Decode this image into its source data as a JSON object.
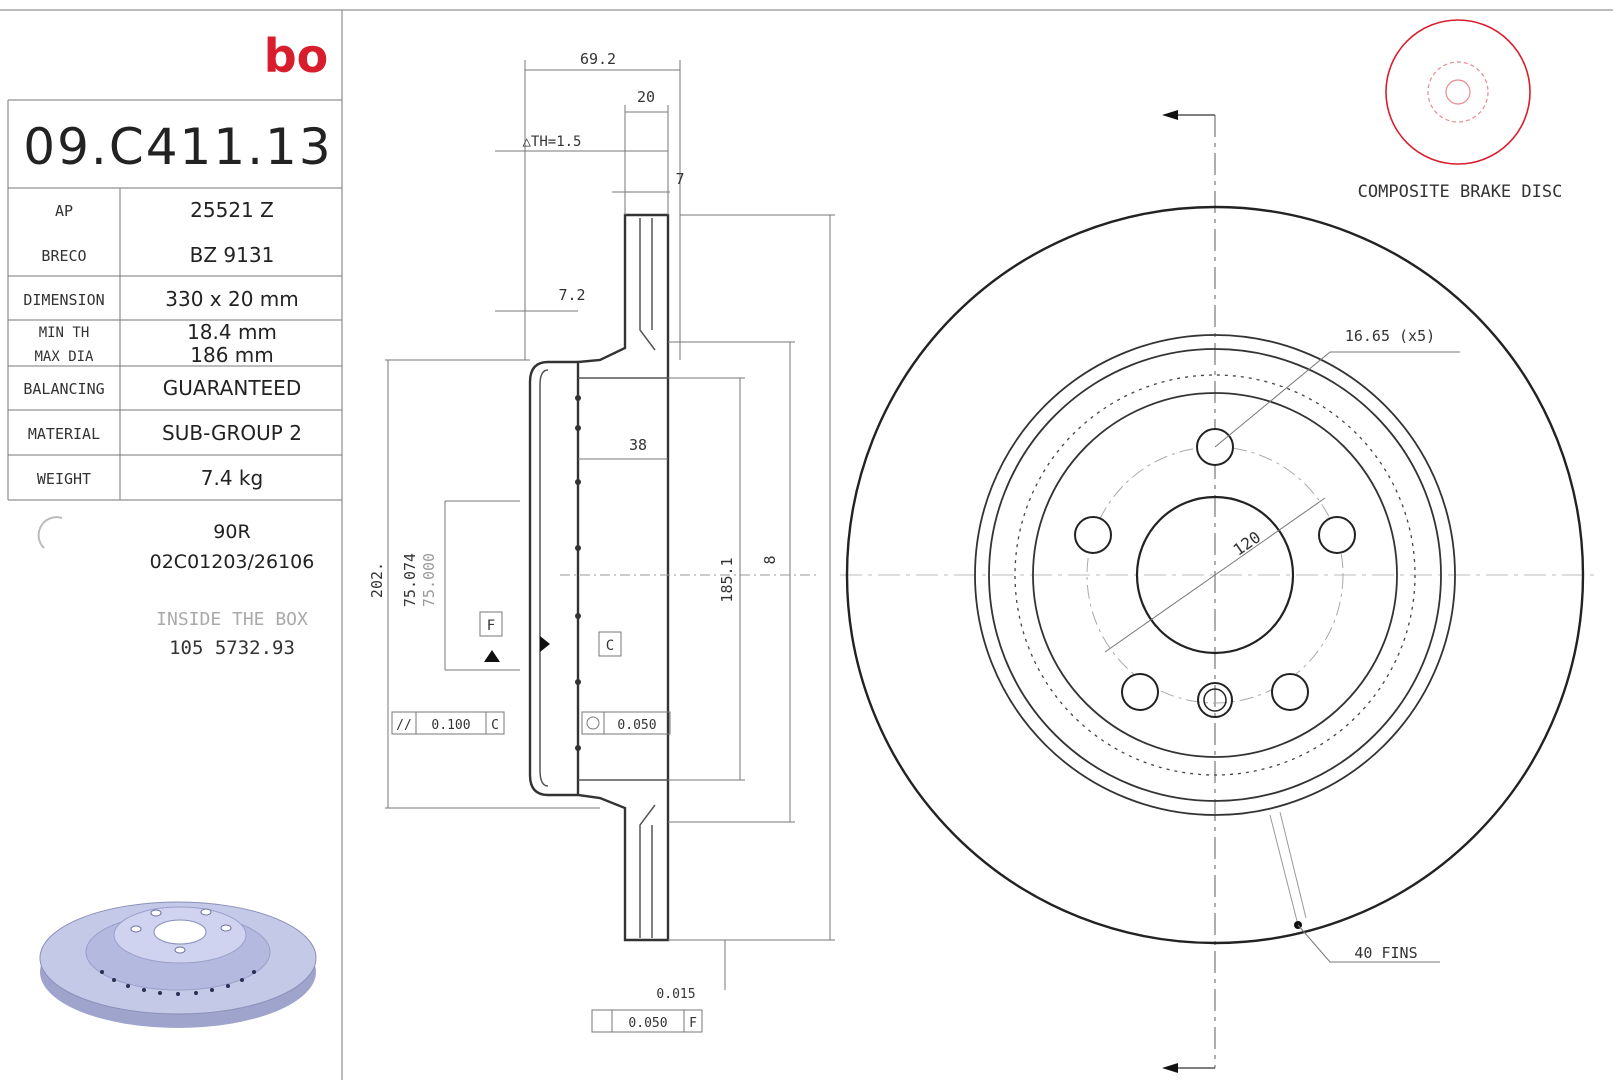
{
  "brand": {
    "logo_text": "bo",
    "logo_color": "#d81e2c"
  },
  "part_number": "09.C411.13",
  "specs": [
    {
      "label": "AP",
      "value": "25521 Z"
    },
    {
      "label": "BRECO",
      "value": "BZ 9131"
    },
    {
      "label": "DIMENSION",
      "value": "330 x 20 mm"
    },
    {
      "label": "MIN TH",
      "value": "18.4 mm"
    },
    {
      "label": "MAX DIA",
      "value": "186 mm"
    },
    {
      "label": "BALANCING",
      "value": "GUARANTEED"
    },
    {
      "label": "MATERIAL",
      "value": "SUB-GROUP 2"
    },
    {
      "label": "WEIGHT",
      "value": "7.4 kg"
    }
  ],
  "approval": {
    "reg": "90R",
    "code": "02C01203/26106"
  },
  "inside_box": {
    "label": "INSIDE THE BOX",
    "code": "105 5732.93"
  },
  "composite_label": "COMPOSITE BRAKE DISC",
  "section_dims": {
    "overall_width": "69.2",
    "thickness": "20",
    "th_tolerance": "△TH=1.5",
    "cheek": "7",
    "hat_wall": "7.2",
    "hat_depth": "38",
    "bore_min": "75.074",
    "bore_max": "75.000",
    "hat_dia": "202.",
    "inner_dia": "185.1",
    "outer_dia": "8",
    "datum_f": "F",
    "datum_c": "C",
    "parallelism_tol": "0.100",
    "parallelism_ref": "C",
    "runout_tol": "0.050",
    "flatness_tol": "0.015",
    "face_runout_tol": "0.050",
    "face_runout_ref": "F"
  },
  "face_dims": {
    "bolt_hole": "16.65 (x5)",
    "pcd": "120",
    "fins": "40 FINS"
  },
  "colors": {
    "disc_fill": "#b9bfe0",
    "disc_edge": "#8a90b8",
    "logo_red": "#d81e2c"
  }
}
